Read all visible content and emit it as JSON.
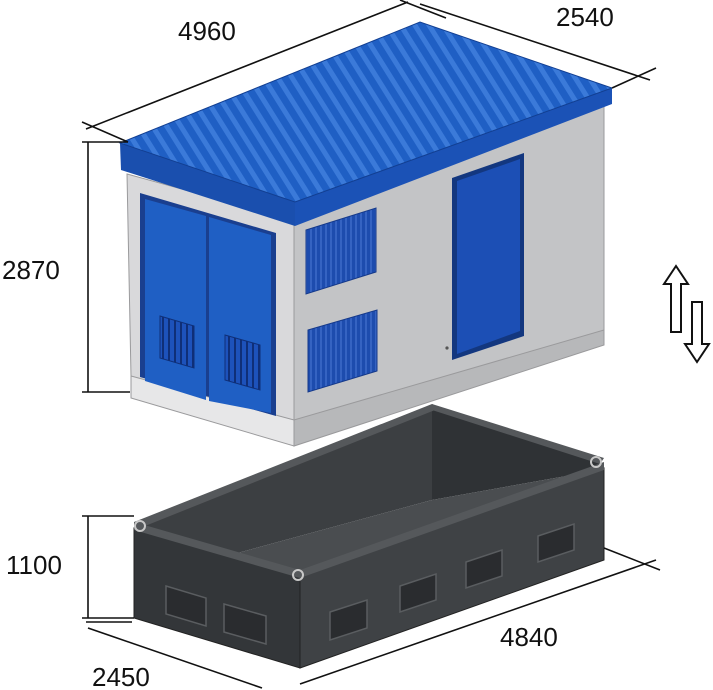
{
  "dimensions": {
    "top_length": "4960",
    "top_width": "2540",
    "top_height": "2870",
    "base_height": "1100",
    "base_width": "2450",
    "base_length": "4840"
  },
  "colors": {
    "roof_blue": "#1f5fc4",
    "door_blue": "#1c4fb5",
    "wall_light": "#d6d6d8",
    "wall_side": "#bdbec0",
    "base_dark": "#3a3d40",
    "base_darker": "#2b2e31"
  }
}
